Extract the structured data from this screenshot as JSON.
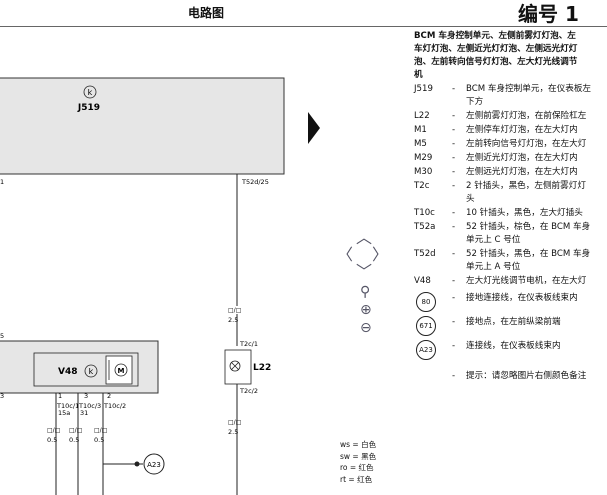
{
  "header": {
    "title": "电路图",
    "number_label": "编号 1"
  },
  "legend": {
    "heading": "BCM 车身控制单元、左侧前雾灯灯泡、左\n车灯灯泡、左侧近光灯灯泡、左侧远光灯灯\n泡、左前转向信号灯灯泡、左大灯光线调节\n机",
    "items": [
      {
        "code": "J519",
        "desc": "BCM 车身控制单元，在仪表板左\n下方"
      },
      {
        "code": "L22",
        "desc": "左侧前雾灯灯泡，在前保险杠左"
      },
      {
        "code": "M1",
        "desc": "左侧停车灯灯泡，在左大灯内"
      },
      {
        "code": "M5",
        "desc": "左前转向信号灯灯泡，在左大灯"
      },
      {
        "code": "M29",
        "desc": "左侧近光灯灯泡，在左大灯内"
      },
      {
        "code": "M30",
        "desc": "左侧远光灯灯泡，在左大灯内"
      },
      {
        "code": "T2c",
        "desc": "2 针插头，黑色，左侧前雾灯灯\n头"
      },
      {
        "code": "T10c",
        "desc": "10 针插头，黑色，左大灯插头"
      },
      {
        "code": "T52a",
        "desc": "52 针插头，棕色，在 BCM 车身\n单元上 C 号位"
      },
      {
        "code": "T52d",
        "desc": "52 针插头，黑色，在 BCM 车身\n单元上 A 号位"
      },
      {
        "code": "V48",
        "desc": "左大灯光线调节电机，在左大灯"
      }
    ],
    "circle_items": [
      {
        "code": "80",
        "desc": "接地连接线，在仪表板线束内"
      },
      {
        "code": "671",
        "desc": "接地点，在左前纵梁前端"
      },
      {
        "code": "A23",
        "desc": "连接线，在仪表板线束内"
      }
    ],
    "note": "提示：请忽略图片右侧颜色备注"
  },
  "colors": [
    "ws = 白色",
    "sw = 黑色",
    "ro = 红色",
    "rt = 红色"
  ],
  "diagram": {
    "k_symbol": "k",
    "j519": "J519",
    "t52d_25": "T52d/25",
    "left_pin": "1",
    "wire_top": "□/□",
    "size_25": "2.5",
    "t2c1": "T2c/1",
    "t2c2": "T2c/2",
    "l22": "L22",
    "v48": "V48",
    "motor": "M",
    "left_pin2": "5",
    "pins": [
      "1",
      "3",
      "2"
    ],
    "t10c1": "T10c/1",
    "t10c1b": "15a",
    "t10c3": "T10c/3",
    "t10c3b": "31",
    "t10c2": "T10c/2",
    "size_05": "0.5",
    "a23": "A23"
  }
}
